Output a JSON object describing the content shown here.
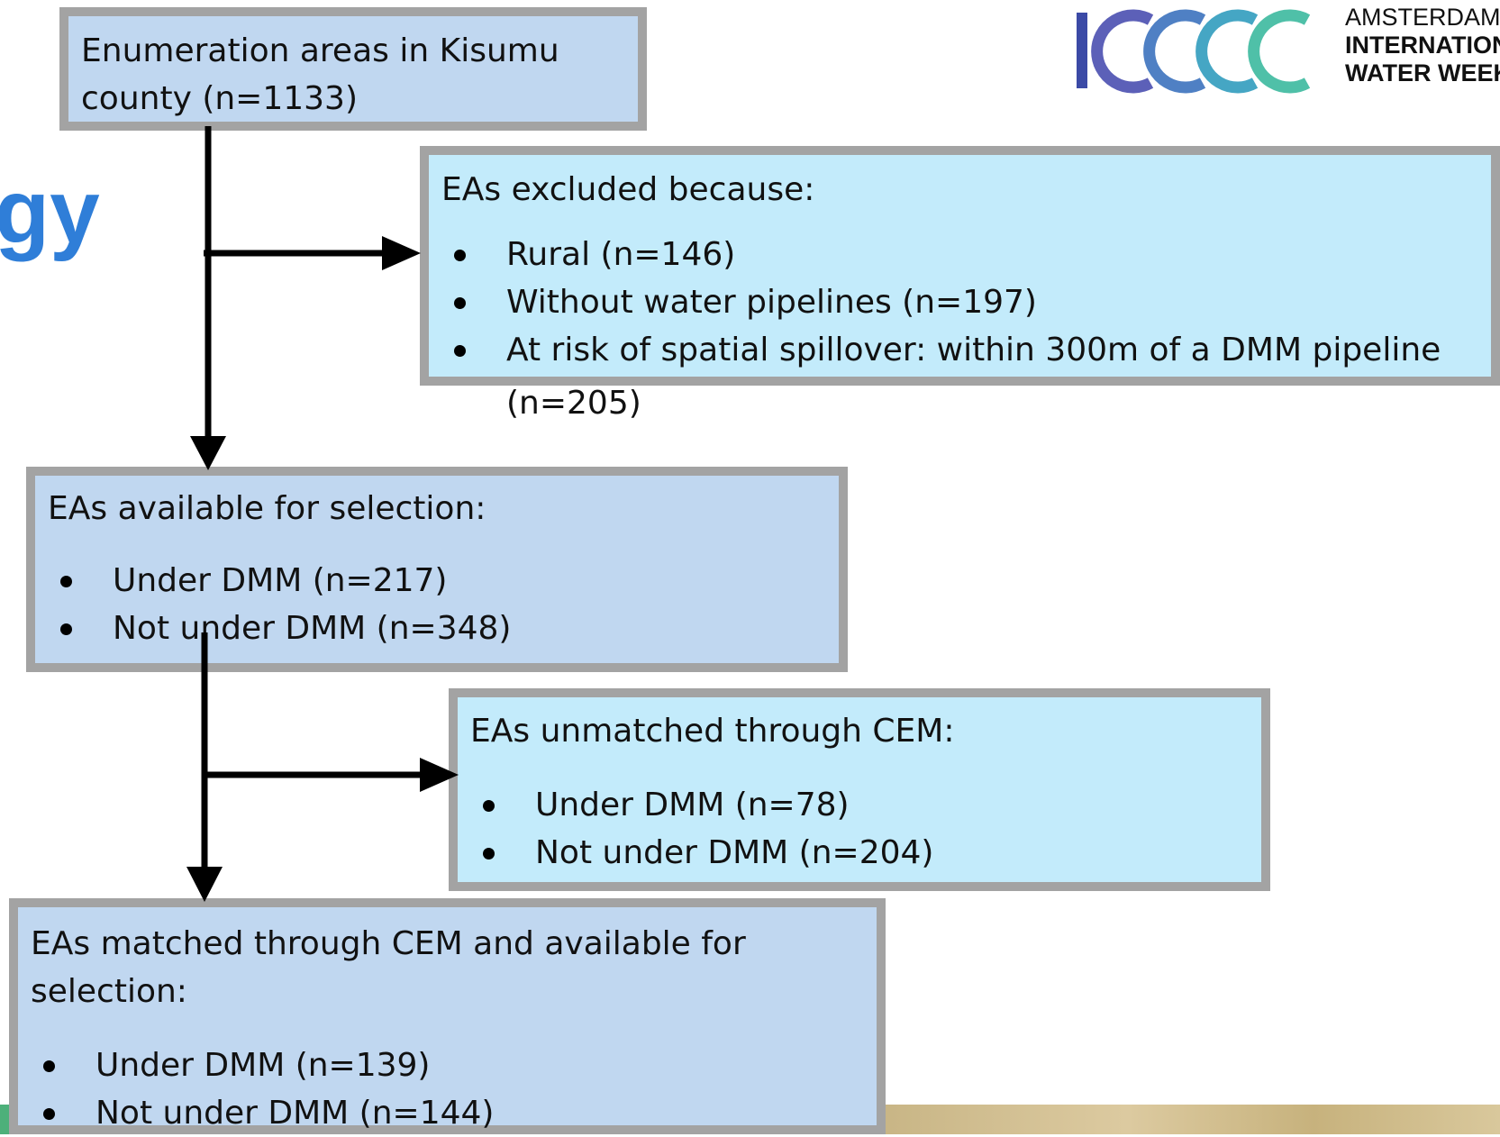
{
  "slide": {
    "title_fragment": "gy"
  },
  "logo": {
    "icon": "iww-wave-logo-icon",
    "line1": "AMSTERDAM",
    "line2": "INTERNATIONAL",
    "line3": "WATER WEEK",
    "colors": [
      "#3b4aa6",
      "#5c60b8",
      "#4f80c4",
      "#45a6c4",
      "#4fc0a8"
    ]
  },
  "flowchart": {
    "start": {
      "label": "Enumeration areas in Kisumu county (n=1133)",
      "line1": "Enumeration areas in Kisumu",
      "line2": "county (n=1133)"
    },
    "excluded": {
      "heading": "EAs excluded because:",
      "items": [
        "Rural (n=146)",
        "Without water pipelines (n=197)",
        "At risk of spatial spillover: within 300m of a DMM pipeline"
      ],
      "item3_cont": "(n=205)"
    },
    "available": {
      "heading": "EAs available for selection:",
      "items": [
        "Under DMM (n=217)",
        "Not under DMM (n=348)"
      ]
    },
    "unmatched": {
      "heading": "EAs unmatched through CEM:",
      "items": [
        "Under DMM (n=78)",
        "Not under DMM (n=204)"
      ]
    },
    "matched": {
      "line1": "EAs matched through CEM and available for",
      "line2": "selection:",
      "items": [
        "Under DMM (n=139)",
        "Not under DMM (n=144)"
      ]
    }
  },
  "colors": {
    "box_blue": "#c0d7f0",
    "box_cyan": "#c3ebfb",
    "border": "#a3a3a3",
    "title_blue": "#2f7ed8"
  }
}
